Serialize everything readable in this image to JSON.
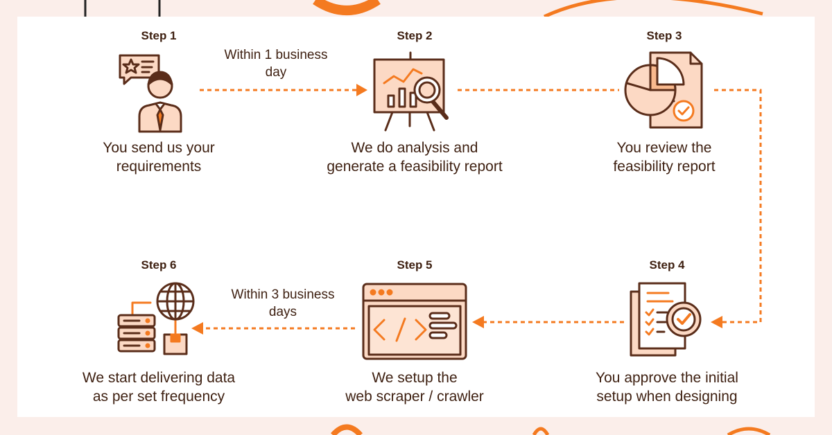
{
  "colors": {
    "accent": "#f47a20",
    "icon_fill": "#fcd9c4",
    "icon_stroke": "#5a2d1a",
    "text": "#3d1f10",
    "background": "#fbeeea"
  },
  "steps": [
    {
      "label": "Step 1",
      "text": "You send us your\nrequirements",
      "icon": "user-requirements-icon"
    },
    {
      "label": "Step 2",
      "text": "We do analysis and\ngenerate a feasibility report",
      "icon": "analysis-board-icon"
    },
    {
      "label": "Step 3",
      "text": "You review the\nfeasibility report",
      "icon": "report-review-icon"
    },
    {
      "label": "Step 4",
      "text": "You approve the initial\nsetup when designing",
      "icon": "approval-document-icon"
    },
    {
      "label": "Step 5",
      "text": "We setup the\nweb scraper / crawler",
      "icon": "code-window-icon"
    },
    {
      "label": "Step 6",
      "text": "We start delivering data\nas per set frequency",
      "icon": "data-delivery-icon"
    }
  ],
  "timings": {
    "step1_to_step2": "Within 1 business\nday",
    "step5_to_step6": "Within 3 business\ndays"
  }
}
